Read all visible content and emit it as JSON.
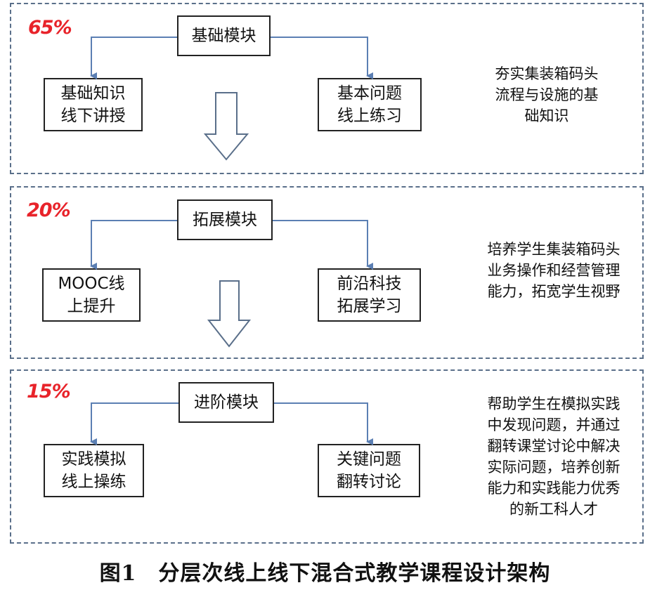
{
  "sections": [
    {
      "percent": "65%",
      "module": "基础模块",
      "left": [
        "基础知识",
        "线下讲授"
      ],
      "right": [
        "基本问题",
        "线上练习"
      ],
      "description": [
        "夯实集装箱码头",
        "流程与设施的基",
        "础知识"
      ]
    },
    {
      "percent": "20%",
      "module": "拓展模块",
      "left": [
        "MOOC线",
        "上提升"
      ],
      "right": [
        "前沿科技",
        "拓展学习"
      ],
      "description": [
        "培养学生集装箱码头",
        "业务操作和经营管理",
        "能力，拓宽学生视野"
      ]
    },
    {
      "percent": "15%",
      "module": "进阶模块",
      "left": [
        "实践模拟",
        "线上操练"
      ],
      "right": [
        "关键问题",
        "翻转讨论"
      ],
      "description": [
        "帮助学生在模拟实践",
        "中发现问题，并通过",
        "翻转课堂讨论中解决",
        "实际问题，培养创新",
        "能力和实践能力优秀",
        "的新工科人才"
      ]
    }
  ],
  "caption": "图1　分层次线上线下混合式教学课程设计架构",
  "colors": {
    "percent": "#e8232a",
    "connector": "#5b7fb3",
    "border": "#5a6f8a"
  }
}
